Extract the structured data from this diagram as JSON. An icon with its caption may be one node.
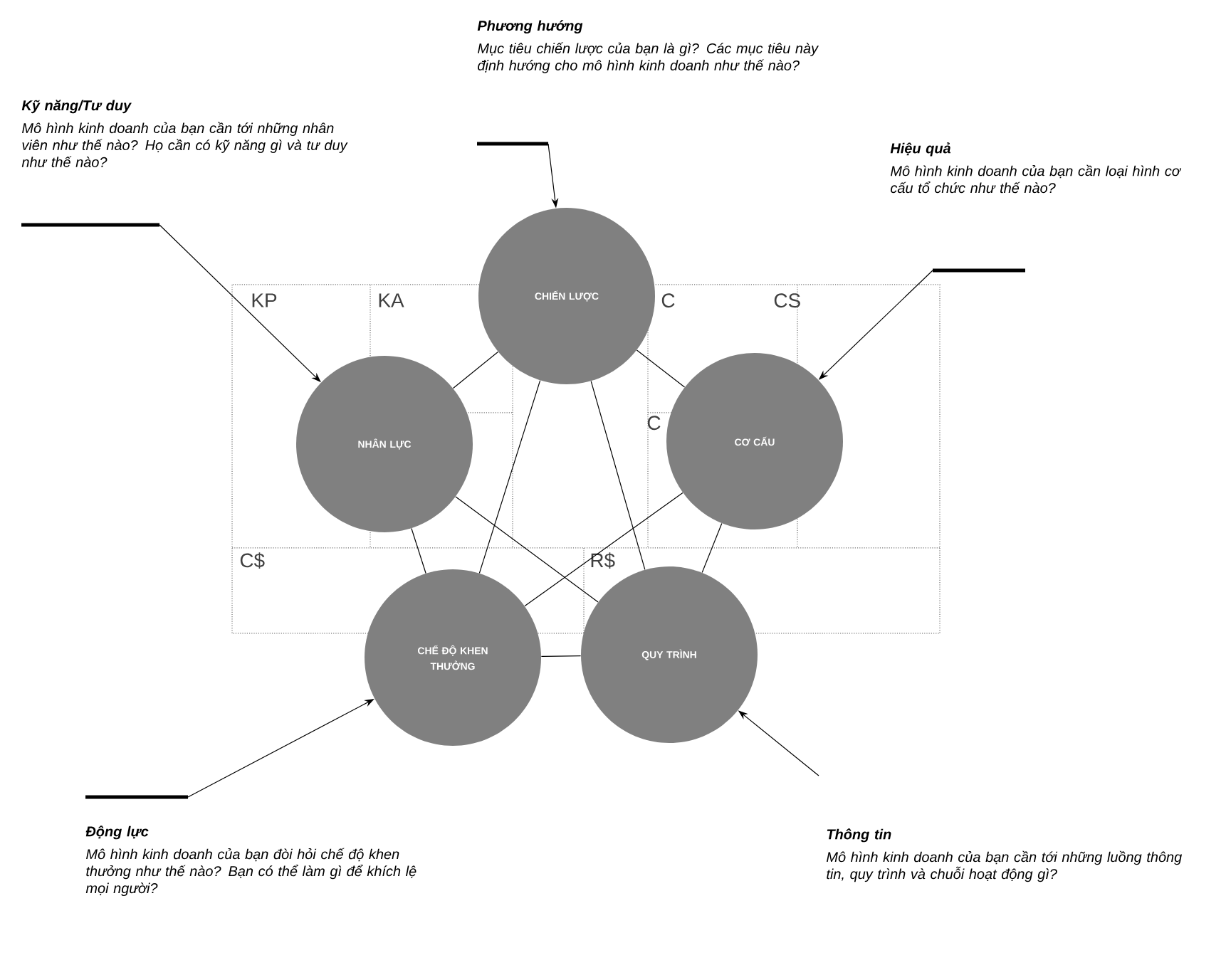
{
  "diagram": {
    "nodes": [
      {
        "text": [
          "Phương hướng",
          "Mục tiêu chiến lược của bạn là gì? Các mục tiêu này định hướng cho mô hình kinh doanh như thế nào?"
        ]
      },
      {
        "text": [
          "Kỹ năng/Tư duy",
          "Mô hình kinh doanh của bạn cần tới những nhân viên như thế nào? Họ cần có kỹ năng gì và tư duy như thế nào?"
        ]
      },
      {
        "text": [
          "Hiệu quả",
          "Mô hình kinh doanh của bạn cần loại hình cơ cấu tổ chức như thế nào?"
        ]
      },
      {
        "text": [
          "CHIẾN LƯỢC"
        ]
      },
      {
        "text": [
          "NHÂN LỰC"
        ]
      },
      {
        "text": [
          "CƠ CẤU"
        ]
      },
      {
        "text": [
          "CHẾ ĐỘ KHEN THƯỞNG"
        ]
      },
      {
        "text": [
          "QUY TRÌNH"
        ]
      },
      {
        "text": [
          "Động lực",
          "Mô hình kinh doanh của bạn đòi hỏi chế độ khen thưởng như thế nào? Bạn có thể làm gì để khích lệ mọi người?"
        ]
      },
      {
        "text": [
          "Thông tin",
          "Mô hình kinh doanh của bạn cần tới những luồng thông tin, quy trình và chuỗi hoạt động gì?"
        ]
      }
    ],
    "edges": [
      {
        "from": 0,
        "to": 3,
        "arrow": "to"
      },
      {
        "from": 1,
        "to": 4,
        "arrow": "to"
      },
      {
        "from": 2,
        "to": 5,
        "arrow": "to"
      },
      {
        "from": 8,
        "to": 6,
        "arrow": "to"
      },
      {
        "from": 9,
        "to": 7,
        "arrow": "to"
      },
      {
        "from": 3,
        "to": 4,
        "arrow": "none"
      },
      {
        "from": 3,
        "to": 5,
        "arrow": "none"
      },
      {
        "from": 3,
        "to": 6,
        "arrow": "none"
      },
      {
        "from": 3,
        "to": 7,
        "arrow": "none"
      },
      {
        "from": 4,
        "to": 6,
        "arrow": "none"
      },
      {
        "from": 4,
        "to": 7,
        "arrow": "none"
      },
      {
        "from": 5,
        "to": 6,
        "arrow": "none"
      },
      {
        "from": 5,
        "to": 7,
        "arrow": "none"
      },
      {
        "from": 6,
        "to": 7,
        "arrow": "none"
      }
    ],
    "labels": [
      "KP",
      "KA",
      "C",
      "CS",
      "C",
      "C$",
      "R$"
    ]
  }
}
